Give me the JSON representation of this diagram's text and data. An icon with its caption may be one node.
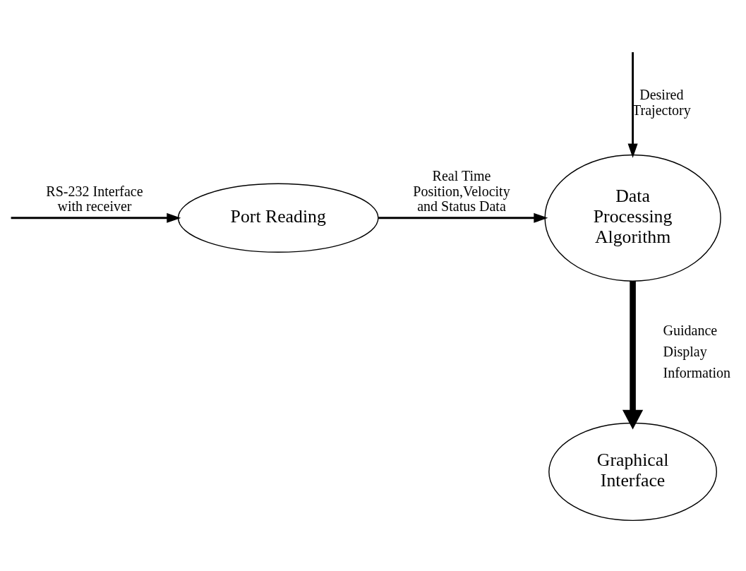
{
  "diagram": {
    "nodes": [
      {
        "text": [
          "Port Reading"
        ]
      },
      {
        "text": [
          "Data Processing Algorithm"
        ]
      },
      {
        "text": [
          "Graphical Interface"
        ]
      }
    ],
    "edges": [
      {
        "from": null,
        "to": 0,
        "arrow": "to",
        "label": "RS-232 Interface with receiver"
      },
      {
        "from": 0,
        "to": 1,
        "arrow": "to",
        "label": "Real Time Position,Velocity and Status Data"
      },
      {
        "from": null,
        "to": 1,
        "arrow": "to",
        "label": "Desired Trajectory"
      },
      {
        "from": 1,
        "to": 2,
        "arrow": "to",
        "label": "Guidance Display Information",
        "style": "thick"
      }
    ]
  }
}
